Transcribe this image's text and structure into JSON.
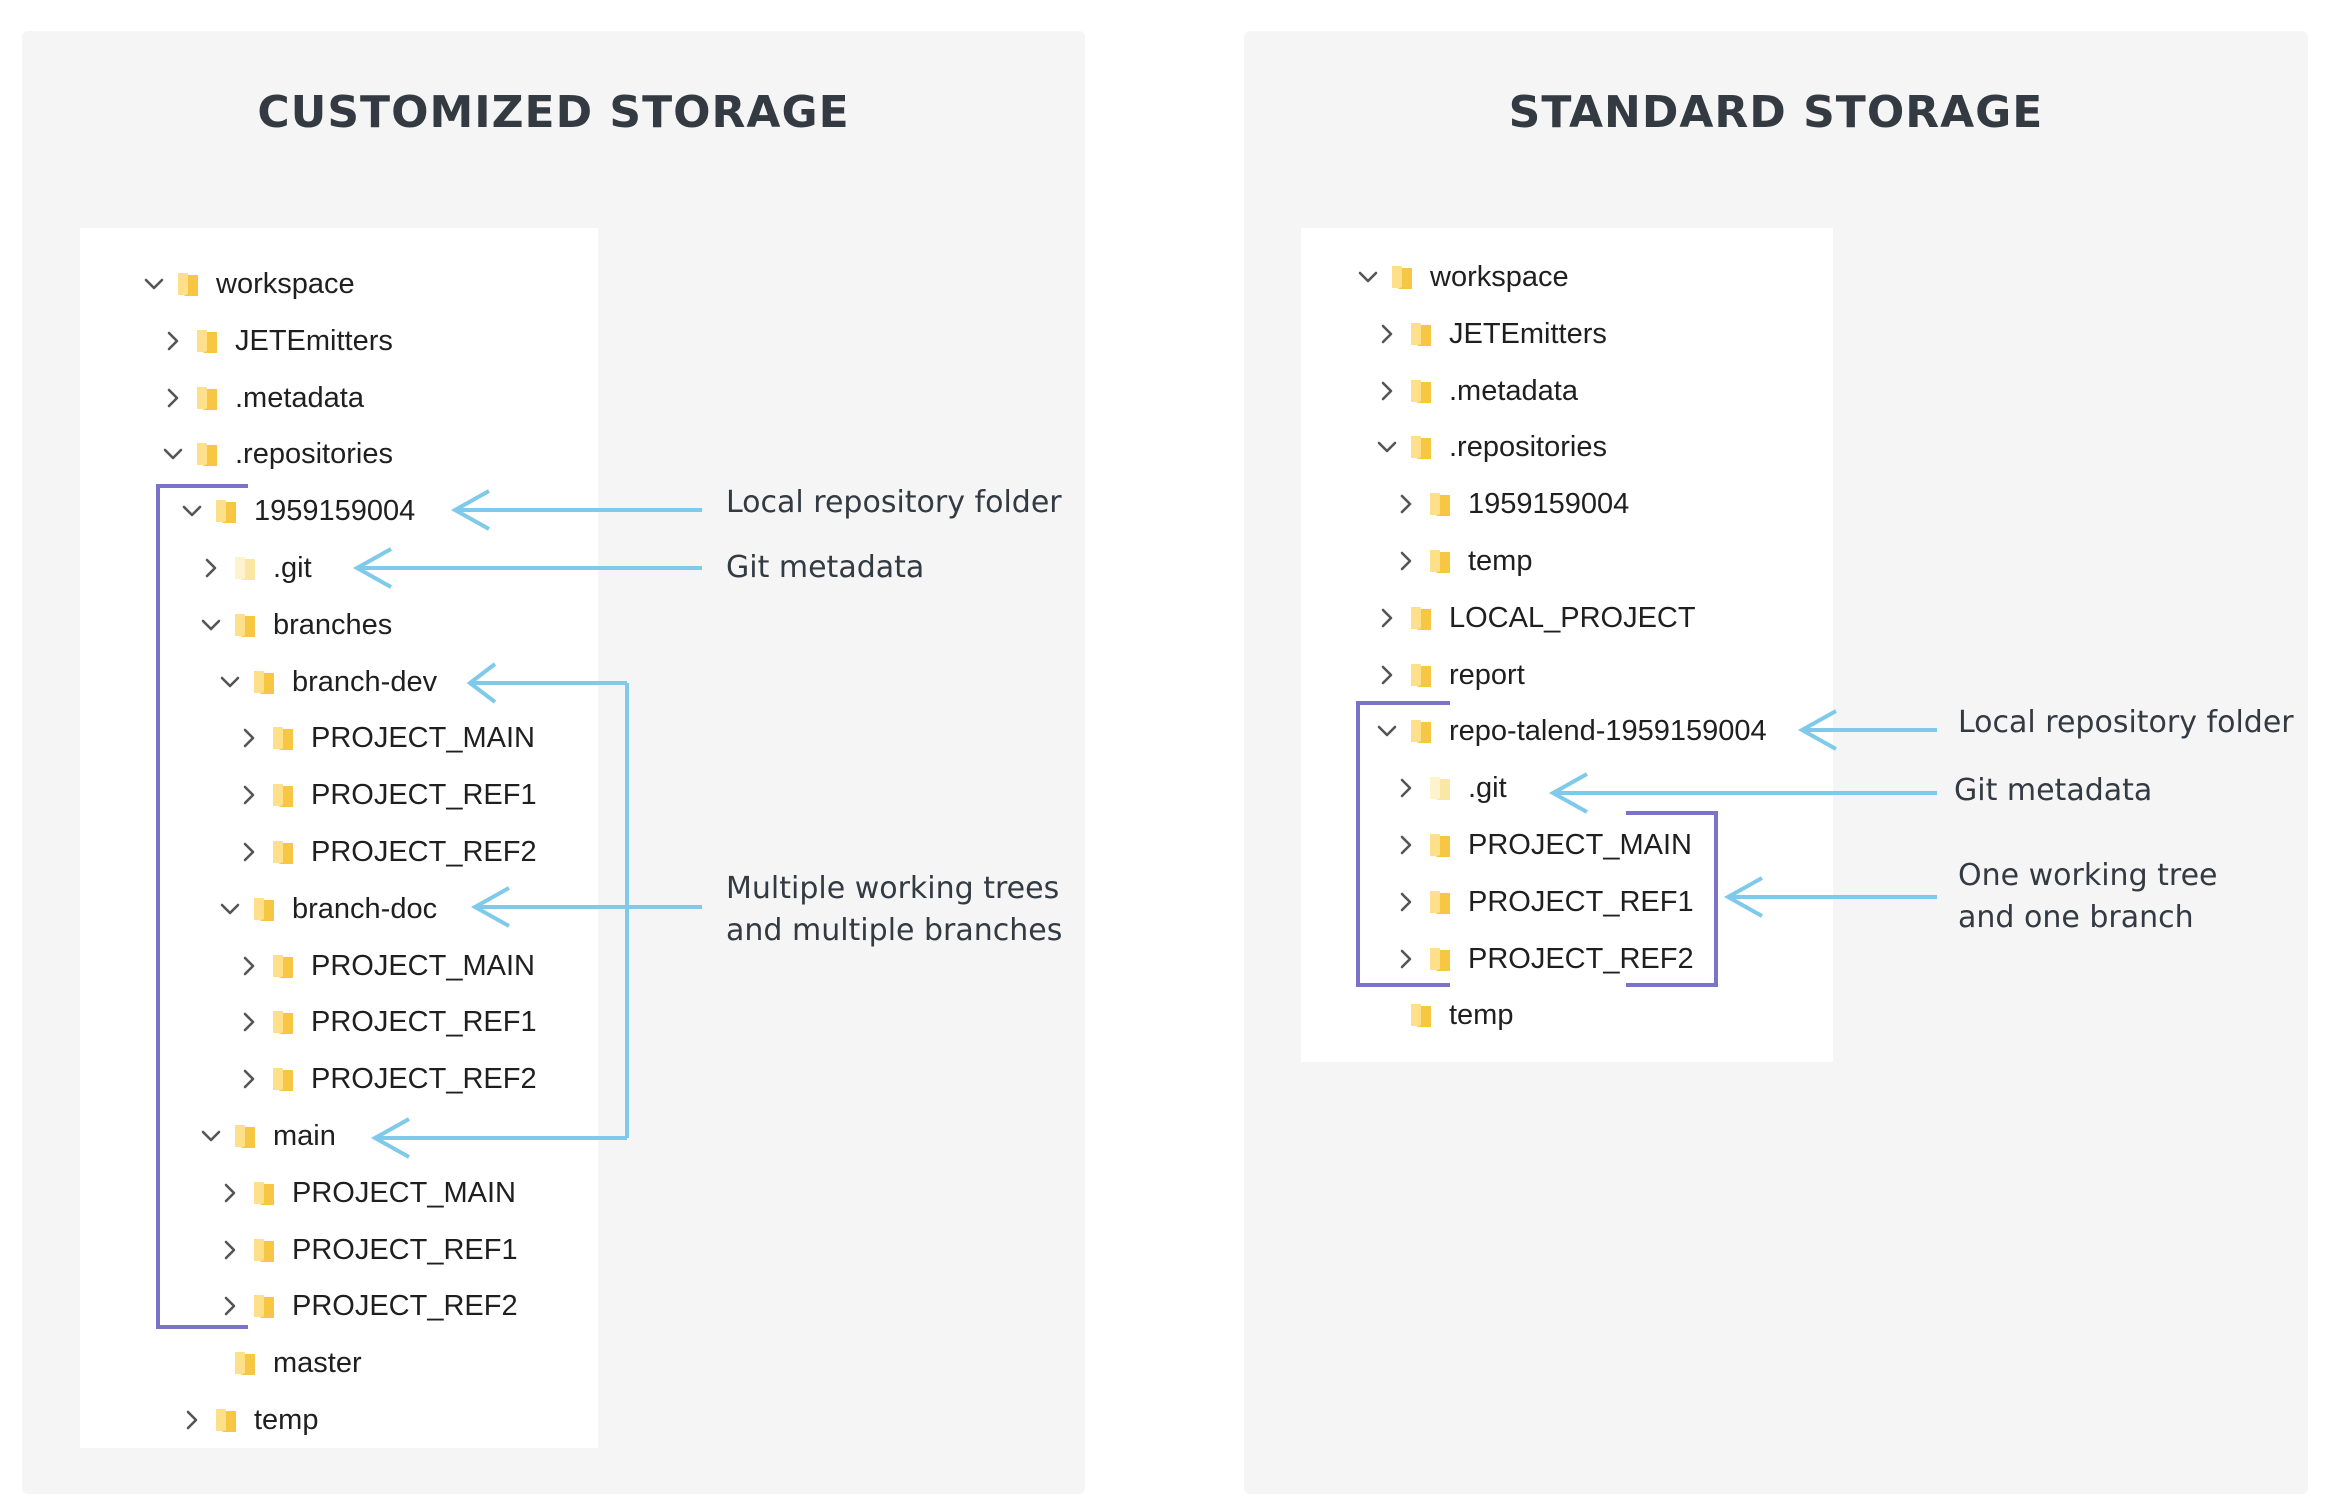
{
  "colors": {
    "bracket": "#7b72c9",
    "arrow": "#7fc9ea",
    "folder": "#f7c744",
    "folder_light": "#fbe7a4"
  },
  "left": {
    "title": "CUSTOMIZED STORAGE",
    "tree": [
      {
        "label": "workspace",
        "depth": 0,
        "chevron": "down",
        "icon": "folder-icon"
      },
      {
        "label": "JETEmitters",
        "depth": 1,
        "chevron": "right",
        "icon": "folder-icon"
      },
      {
        "label": ".metadata",
        "depth": 1,
        "chevron": "right",
        "icon": "folder-icon"
      },
      {
        "label": ".repositories",
        "depth": 1,
        "chevron": "down",
        "icon": "folder-icon"
      },
      {
        "label": "1959159004",
        "depth": 2,
        "chevron": "down",
        "icon": "folder-icon"
      },
      {
        "label": ".git",
        "depth": 3,
        "chevron": "right",
        "icon": "folder-light-icon"
      },
      {
        "label": "branches",
        "depth": 3,
        "chevron": "down",
        "icon": "folder-icon"
      },
      {
        "label": "branch-dev",
        "depth": 4,
        "chevron": "down",
        "icon": "folder-icon"
      },
      {
        "label": "PROJECT_MAIN",
        "depth": 5,
        "chevron": "right",
        "icon": "folder-icon"
      },
      {
        "label": "PROJECT_REF1",
        "depth": 5,
        "chevron": "right",
        "icon": "folder-icon"
      },
      {
        "label": "PROJECT_REF2",
        "depth": 5,
        "chevron": "right",
        "icon": "folder-icon"
      },
      {
        "label": "branch-doc",
        "depth": 4,
        "chevron": "down",
        "icon": "folder-icon"
      },
      {
        "label": "PROJECT_MAIN",
        "depth": 5,
        "chevron": "right",
        "icon": "folder-icon"
      },
      {
        "label": "PROJECT_REF1",
        "depth": 5,
        "chevron": "right",
        "icon": "folder-icon"
      },
      {
        "label": "PROJECT_REF2",
        "depth": 5,
        "chevron": "right",
        "icon": "folder-icon"
      },
      {
        "label": "main",
        "depth": 3,
        "chevron": "down",
        "icon": "folder-icon"
      },
      {
        "label": "PROJECT_MAIN",
        "depth": 4,
        "chevron": "right",
        "icon": "folder-icon"
      },
      {
        "label": "PROJECT_REF1",
        "depth": 4,
        "chevron": "right",
        "icon": "folder-icon"
      },
      {
        "label": "PROJECT_REF2",
        "depth": 4,
        "chevron": "right",
        "icon": "folder-icon"
      },
      {
        "label": "master",
        "depth": 3,
        "chevron": "none",
        "icon": "folder-icon"
      },
      {
        "label": "temp",
        "depth": 2,
        "chevron": "right",
        "icon": "folder-icon"
      }
    ],
    "annotations": {
      "local_repo": "Local repository folder",
      "git_metadata": "Git metadata",
      "multi_line1": "Multiple working trees",
      "multi_line2": "and multiple branches"
    }
  },
  "right": {
    "title": "STANDARD STORAGE",
    "tree": [
      {
        "label": "workspace",
        "depth": 0,
        "chevron": "down",
        "icon": "folder-icon"
      },
      {
        "label": "JETEmitters",
        "depth": 1,
        "chevron": "right",
        "icon": "folder-icon"
      },
      {
        "label": ".metadata",
        "depth": 1,
        "chevron": "right",
        "icon": "folder-icon"
      },
      {
        "label": ".repositories",
        "depth": 1,
        "chevron": "down",
        "icon": "folder-icon"
      },
      {
        "label": "1959159004",
        "depth": 2,
        "chevron": "right",
        "icon": "folder-icon"
      },
      {
        "label": "temp",
        "depth": 2,
        "chevron": "right",
        "icon": "folder-icon"
      },
      {
        "label": "LOCAL_PROJECT",
        "depth": 1,
        "chevron": "right",
        "icon": "folder-icon"
      },
      {
        "label": "report",
        "depth": 1,
        "chevron": "right",
        "icon": "folder-icon"
      },
      {
        "label": "repo-talend-1959159004",
        "depth": 1,
        "chevron": "down",
        "icon": "folder-icon"
      },
      {
        "label": ".git",
        "depth": 2,
        "chevron": "right",
        "icon": "folder-light-icon"
      },
      {
        "label": "PROJECT_MAIN",
        "depth": 2,
        "chevron": "right",
        "icon": "folder-icon"
      },
      {
        "label": "PROJECT_REF1",
        "depth": 2,
        "chevron": "right",
        "icon": "folder-icon"
      },
      {
        "label": "PROJECT_REF2",
        "depth": 2,
        "chevron": "right",
        "icon": "folder-icon"
      },
      {
        "label": "temp",
        "depth": 1,
        "chevron": "none",
        "icon": "folder-icon"
      }
    ],
    "annotations": {
      "local_repo": "Local repository folder",
      "git_metadata": "Git metadata",
      "one_line1": "One working tree",
      "one_line2": "and one branch"
    }
  }
}
